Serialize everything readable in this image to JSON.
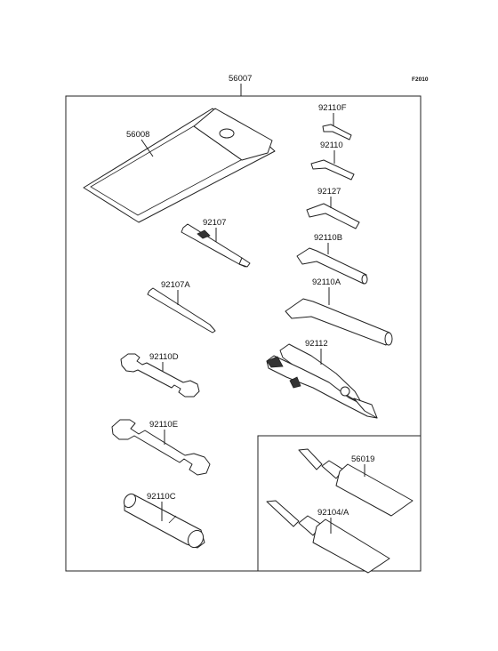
{
  "figure_code": "F2010",
  "labels": {
    "kit": "56007",
    "pouch": "56008",
    "hex_f": "92110F",
    "hex_plain": "92110",
    "hex_92127": "92127",
    "hex_b": "92110B",
    "hex_a": "92110A",
    "screwdriver": "92107",
    "screwdriver_a": "92107A",
    "pliers": "92112",
    "wrench_d": "92110D",
    "wrench_e": "92110E",
    "socket_c": "92110C",
    "tube_56019": "56019",
    "tube_92104a": "92104/A"
  }
}
